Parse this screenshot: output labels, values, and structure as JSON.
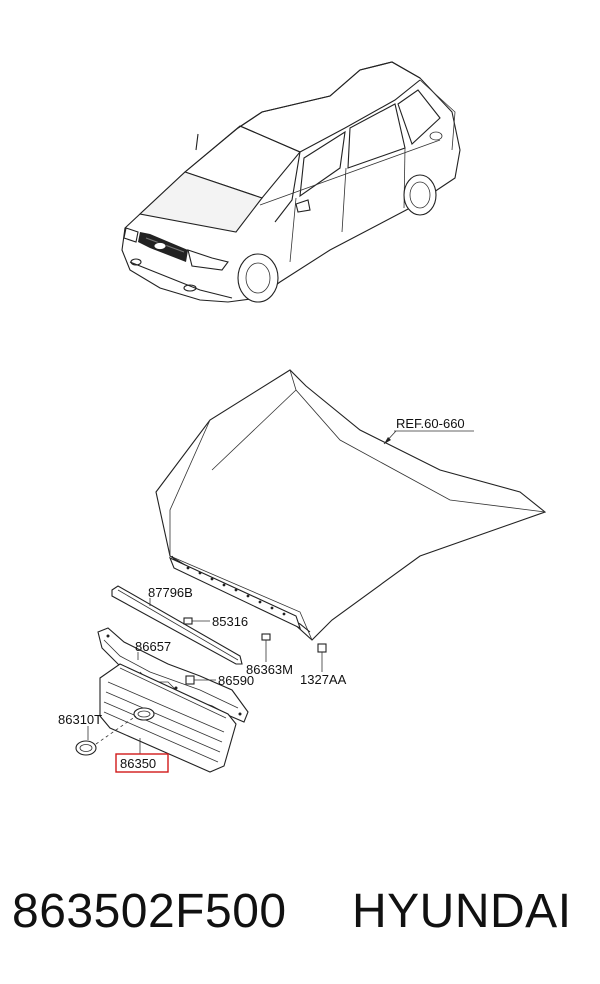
{
  "diagram": {
    "ref_label": "REF.60-660",
    "parts": [
      {
        "id": "87796B"
      },
      {
        "id": "85316"
      },
      {
        "id": "86657"
      },
      {
        "id": "86590"
      },
      {
        "id": "86363M"
      },
      {
        "id": "1327AA"
      },
      {
        "id": "86310T"
      },
      {
        "id": "86350",
        "highlighted": true
      }
    ],
    "highlight_color": "#d11a1a"
  },
  "footer": {
    "part_number": "863502F500",
    "brand": "HYUNDAI"
  }
}
